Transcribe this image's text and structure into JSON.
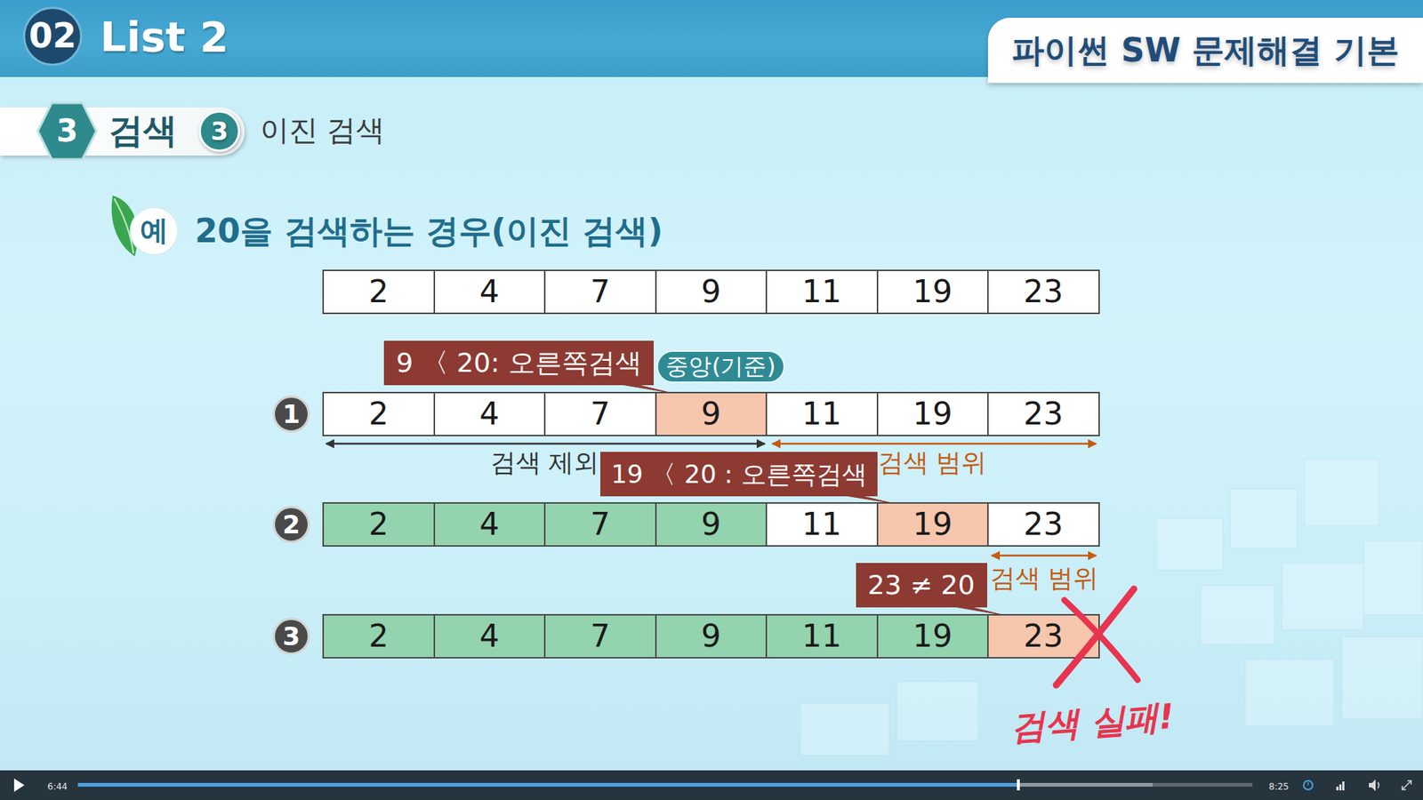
{
  "diagram": {
    "title": "20을 검색하는 경우(이진 검색)",
    "nodes": [
      {
        "text": [
          "List 2"
        ]
      },
      {
        "text": [
          "02"
        ],
        "in": 0
      },
      {
        "text": [
          "파이썬 SW 문제해결 기본"
        ],
        "in": 0
      },
      {
        "text": [
          "검색"
        ]
      },
      {
        "text": [
          "3"
        ],
        "in": 3
      },
      {
        "text": [
          "3"
        ],
        "in": 3
      },
      {
        "text": [
          "예"
        ]
      },
      {
        "text": [
          "2"
        ]
      },
      {
        "text": [
          "4"
        ]
      },
      {
        "text": [
          "7"
        ]
      },
      {
        "text": [
          "9"
        ]
      },
      {
        "text": [
          "11"
        ]
      },
      {
        "text": [
          "19"
        ]
      },
      {
        "text": [
          "23"
        ]
      },
      {
        "text": [
          "9 〈 20: 오른쪽검색"
        ]
      },
      {
        "text": [
          "중앙(기준)"
        ]
      },
      {
        "text": [
          "1"
        ]
      },
      {
        "text": [
          "2"
        ]
      },
      {
        "text": [
          "4"
        ]
      },
      {
        "text": [
          "7"
        ]
      },
      {
        "text": [
          "9"
        ]
      },
      {
        "text": [
          "11"
        ]
      },
      {
        "text": [
          "19"
        ]
      },
      {
        "text": [
          "23"
        ]
      },
      {
        "text": [
          "19 〈 20 : 오른쪽검색"
        ]
      },
      {
        "text": [
          "2"
        ]
      },
      {
        "text": [
          "2"
        ]
      },
      {
        "text": [
          "4"
        ]
      },
      {
        "text": [
          "7"
        ]
      },
      {
        "text": [
          "9"
        ]
      },
      {
        "text": [
          "11"
        ]
      },
      {
        "text": [
          "19"
        ]
      },
      {
        "text": [
          "23"
        ]
      },
      {
        "text": [
          "23 ≠ 20"
        ]
      },
      {
        "text": [
          "3"
        ]
      },
      {
        "text": [
          "2"
        ]
      },
      {
        "text": [
          "4"
        ]
      },
      {
        "text": [
          "7"
        ]
      },
      {
        "text": [
          "9"
        ]
      },
      {
        "text": [
          "11"
        ]
      },
      {
        "text": [
          "19"
        ]
      },
      {
        "text": [
          "23"
        ]
      },
      {
        "text": [
          "6:44",
          "8:25"
        ]
      }
    ],
    "edges": [
      {
        "from": 14,
        "to": 20,
        "arrow": "none"
      },
      {
        "from": 24,
        "to": 31,
        "arrow": "none"
      },
      {
        "from": 33,
        "to": 41,
        "arrow": "none"
      }
    ],
    "labels": [
      "이진 검색",
      "검색 제외",
      "검색 범위",
      "검색 범위",
      "검색 실패!"
    ]
  }
}
